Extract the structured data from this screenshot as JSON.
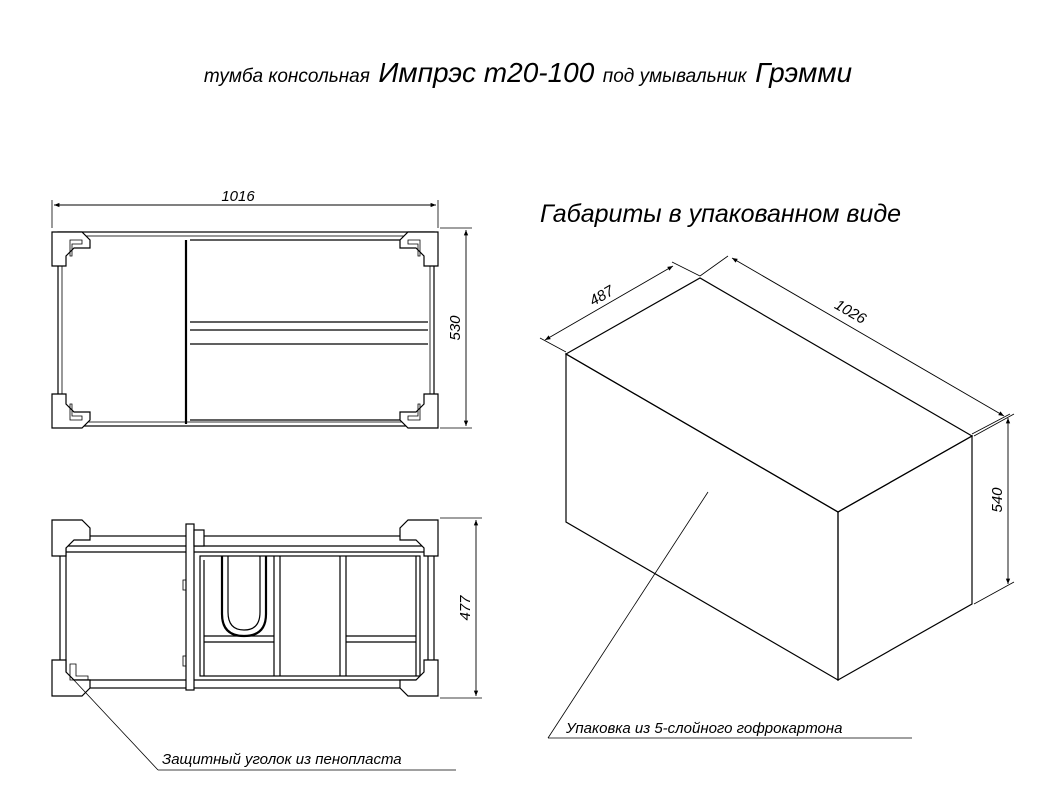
{
  "title": {
    "part1": "тумба консольная",
    "part2": "Импрэс т20-100",
    "part3": "под умывальник",
    "part4": "Грэмми"
  },
  "package_title": "Габариты в упакованном виде",
  "top_view": {
    "width_label": "1016",
    "depth_label": "530"
  },
  "front_view": {
    "height_label": "477",
    "callout": "Защитный уголок из пенопласта"
  },
  "package": {
    "depth_label": "487",
    "length_label": "1026",
    "height_label": "540",
    "callout": "Упаковка из 5-слойного гофрокартона"
  }
}
